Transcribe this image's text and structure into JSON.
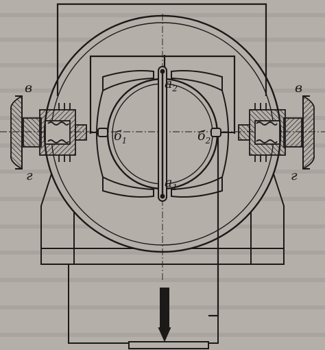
{
  "diagram": {
    "labels": {
      "a1": {
        "base": "а",
        "sub": "1"
      },
      "a2": {
        "base": "а",
        "sub": "2"
      },
      "b1": {
        "base": "б",
        "sub": "1"
      },
      "b2": {
        "base": "б",
        "sub": "2"
      },
      "v_left": "в",
      "v_right": "в",
      "g_left": "г",
      "g_right": "г"
    },
    "colors": {
      "background": "#b4afa9",
      "ink": "#1c1a19",
      "background_text": "#9d9893"
    }
  }
}
